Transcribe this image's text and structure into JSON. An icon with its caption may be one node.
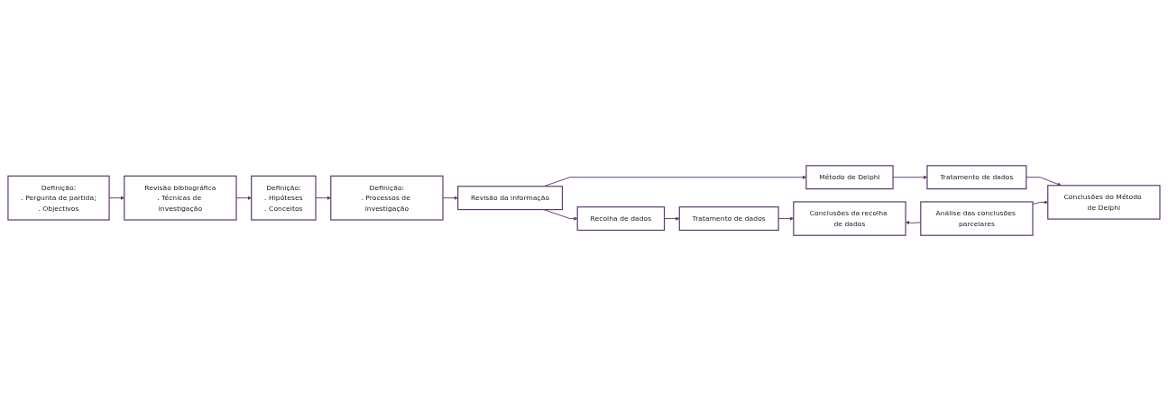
{
  "diagram": {
    "nodes": [
      {
        "text": [
          "Definição:",
          ". Pergunta de partida;",
          ". Objectivos"
        ]
      },
      {
        "text": [
          "Revisão bibliográfica",
          ". Técnicas de investigação"
        ]
      },
      {
        "text": [
          "Definição:",
          ". Hipóteses",
          ". Conceitos"
        ]
      },
      {
        "text": [
          "Definição:",
          ". Processos de investigação"
        ]
      },
      {
        "text": [
          "Revisão da informação"
        ]
      },
      {
        "text": [
          "Recolha de dados"
        ]
      },
      {
        "text": [
          "Tratamento de dados"
        ]
      },
      {
        "text": [
          "Conclusões da recolha de dados"
        ]
      },
      {
        "text": [
          "Método de Delphi"
        ]
      },
      {
        "text": [
          "Tratamento de dados"
        ]
      },
      {
        "text": [
          "Conclusões do Método de Delphi"
        ]
      },
      {
        "text": [
          "Análise das conclusões parcelares"
        ]
      }
    ],
    "edges": [
      {
        "from": 0,
        "to": 1,
        "arrow": "to"
      },
      {
        "from": 1,
        "to": 2,
        "arrow": "to"
      },
      {
        "from": 2,
        "to": 3,
        "arrow": "to"
      },
      {
        "from": 3,
        "to": 4,
        "arrow": "to"
      },
      {
        "from": 4,
        "to": 5,
        "arrow": "to"
      },
      {
        "from": 4,
        "to": 8,
        "arrow": "to"
      },
      {
        "from": 5,
        "to": 6,
        "arrow": "to"
      },
      {
        "from": 6,
        "to": 7,
        "arrow": "to"
      },
      {
        "from": 8,
        "to": 9,
        "arrow": "to"
      },
      {
        "from": 9,
        "to": 10,
        "arrow": "to"
      },
      {
        "from": 11,
        "to": 7,
        "arrow": "to"
      },
      {
        "from": 11,
        "to": 10,
        "arrow": "to"
      }
    ]
  }
}
